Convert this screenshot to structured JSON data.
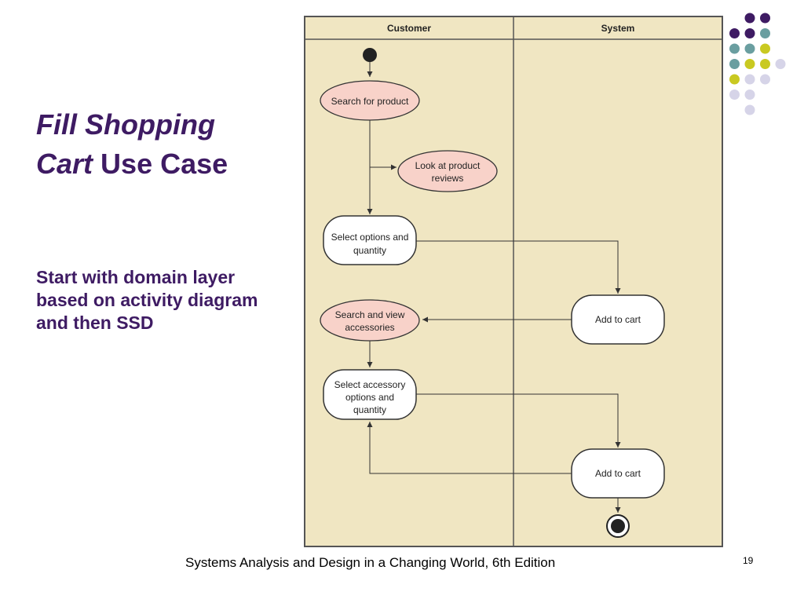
{
  "slide": {
    "title_italic": "Fill Shopping Cart",
    "title_regular": "Use Case",
    "subtitle": "Start with domain layer based on activity diagram and then SSD",
    "footer": "Systems Analysis and Design in a Changing World, 6th Edition",
    "page_number": "19"
  },
  "diagram": {
    "swimlanes": [
      {
        "label": "Customer"
      },
      {
        "label": "System"
      }
    ],
    "nodes": [
      {
        "id": "start",
        "kind": "initial"
      },
      {
        "id": "search",
        "lane": "Customer",
        "lines": [
          "Search for product"
        ],
        "fill": "pink"
      },
      {
        "id": "reviews",
        "lane": "Customer",
        "lines": [
          "Look at product",
          "reviews"
        ],
        "fill": "pink"
      },
      {
        "id": "select_options",
        "lane": "Customer",
        "lines": [
          "Select options and",
          "quantity"
        ],
        "fill": "white"
      },
      {
        "id": "add1",
        "lane": "System",
        "lines": [
          "Add to cart"
        ],
        "fill": "white"
      },
      {
        "id": "search_acc",
        "lane": "Customer",
        "lines": [
          "Search and view",
          "accessories"
        ],
        "fill": "pink"
      },
      {
        "id": "select_acc",
        "lane": "Customer",
        "lines": [
          "Select accessory",
          "options and",
          "quantity"
        ],
        "fill": "white"
      },
      {
        "id": "add2",
        "lane": "System",
        "lines": [
          "Add to cart"
        ],
        "fill": "white"
      },
      {
        "id": "end",
        "kind": "final"
      }
    ]
  },
  "colors": {
    "title": "#3e1b63",
    "diagram_bg": "#f0e6c2",
    "diagram_border": "#555555",
    "pink_fill": "#f8d2c9",
    "dot_purple": "#3e1b63",
    "dot_teal": "#6a9ea0",
    "dot_yellow": "#c9c921",
    "dot_lavender": "#d6d4e8"
  }
}
